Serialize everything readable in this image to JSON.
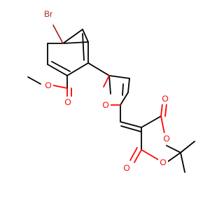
{
  "molecule": {
    "atoms": {
      "br": "Br",
      "o_ester_carbonyl": "O",
      "o_ester_ether": "O",
      "o_furan": "O",
      "o_diox_carbonyl_top": "O",
      "o_diox_carbonyl_bottom": "O",
      "o_diox_ring_top": "O",
      "o_diox_ring_bottom": "O"
    },
    "colors": {
      "bond": "#000000",
      "oxygen": "#ff0000",
      "bromine": "#a52a2a"
    }
  }
}
